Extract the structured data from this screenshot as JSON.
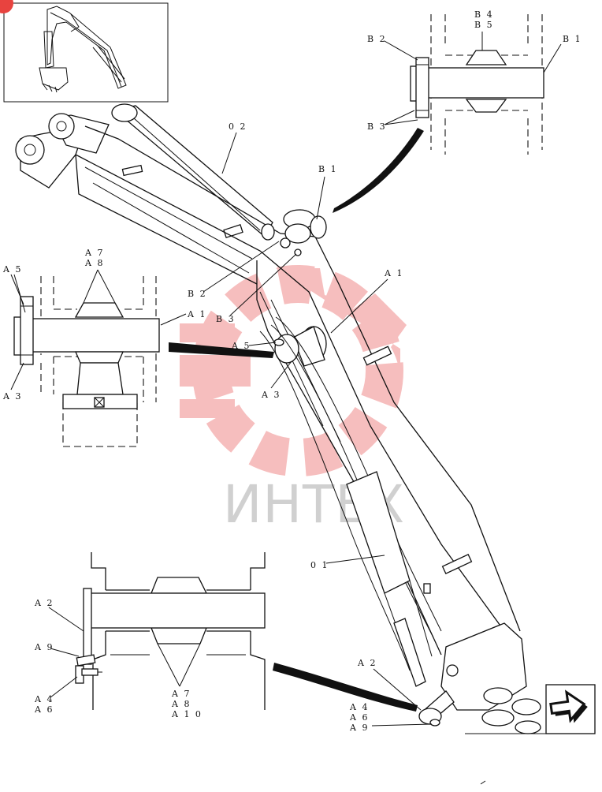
{
  "watermark": {
    "text": "ИНТЕХ",
    "gear_color": "#f08a8a",
    "text_color": "#d0d0d0"
  },
  "accent": {
    "badge": "#e8433f"
  },
  "labels": {
    "b4": "B 4",
    "b5": "B 5",
    "b2_top": "B 2",
    "b1_top": "B 1",
    "b3_top": "B 3",
    "p02": "0 2",
    "b1_mid": "B 1",
    "b2_mid": "B 2",
    "b3_mid": "B 3",
    "a1_right": "A 1",
    "a5_mid": "A 5",
    "a3_mid": "A 3",
    "a5_left": "A 5",
    "a7_left": "A 7",
    "a8_left": "A 8",
    "a1_left": "A 1",
    "a3_left": "A 3",
    "p01": "0 1",
    "a2_low": "A 2",
    "a9_low": "A 9",
    "a4_low": "A 4",
    "a6_low": "A 6",
    "a7_low": "A 7",
    "a8_low": "A 8",
    "a10_low": "A 1 0",
    "a2_br": "A 2",
    "a4_br": "A 4",
    "a6_br": "A 6",
    "a9_br": "A 9"
  },
  "icons": {
    "nav": "next-page-arrow-icon",
    "badge": "page-badge-icon"
  }
}
